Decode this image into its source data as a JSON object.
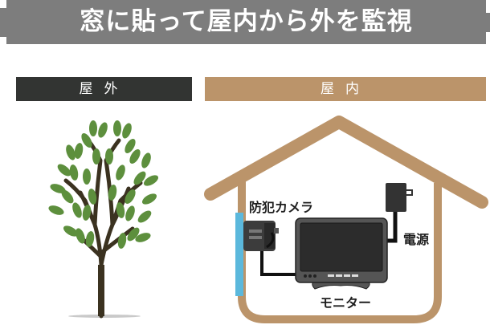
{
  "header": {
    "title": "窓に貼って屋内から外を監視"
  },
  "sections": {
    "outdoor": {
      "label": "屋外",
      "color": "#323432"
    },
    "indoor": {
      "label": "屋内",
      "color": "#bb946a"
    }
  },
  "diagram": {
    "labels": {
      "camera": "防犯カメラ",
      "power": "電源",
      "monitor": "モニター"
    },
    "elements": [
      "tree",
      "house-outline",
      "window-glass",
      "security-camera",
      "power-adapter",
      "monitor",
      "cables"
    ],
    "colors": {
      "banner": "#7d7d7d",
      "house": "#bb946a",
      "window": "#5bb8dc",
      "leaf": "#5d8f3d",
      "trunk": "#3b3220",
      "device": "#333333"
    }
  }
}
